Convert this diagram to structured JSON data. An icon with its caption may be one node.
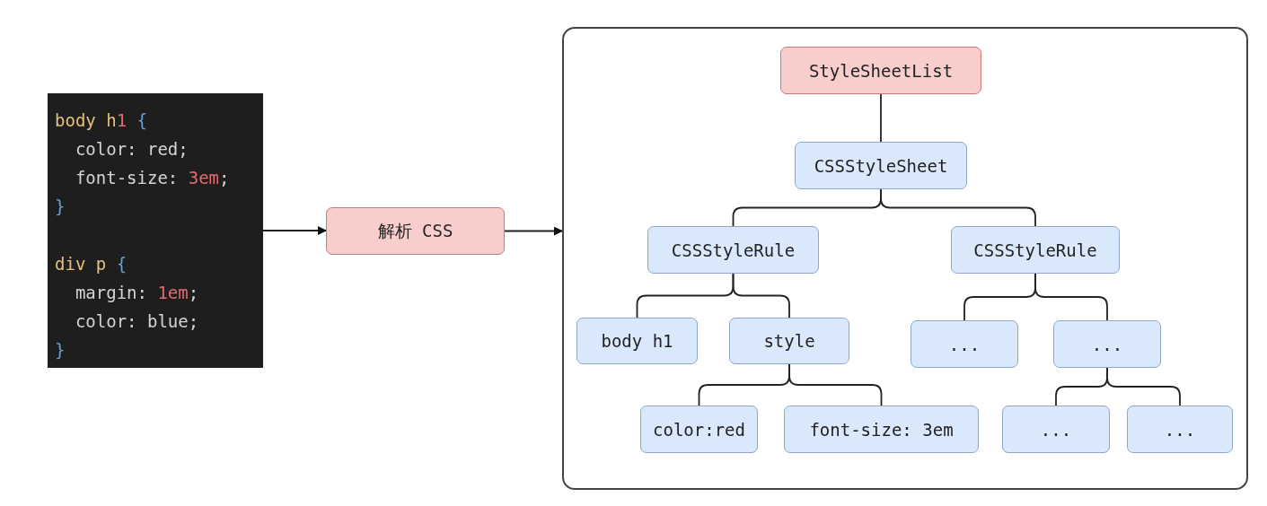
{
  "diagram": {
    "nodes": [
      {
        "text": [
          "body h1 {",
          "color: red;",
          "font-size: 3em;",
          "}",
          "div p {",
          "margin: 1em;",
          "color: blue;",
          "}"
        ]
      },
      {
        "text": [
          "解析 CSS"
        ]
      },
      {
        "text": [],
        "shape": "box"
      },
      {
        "text": [
          "StyleSheetList"
        ],
        "in": 2
      },
      {
        "text": [
          "CSSStyleSheet"
        ],
        "in": 2
      },
      {
        "text": [
          "CSSStyleRule"
        ],
        "in": 2
      },
      {
        "text": [
          "CSSStyleRule"
        ],
        "in": 2
      },
      {
        "text": [
          "body h1"
        ],
        "in": 2
      },
      {
        "text": [
          "style"
        ],
        "in": 2
      },
      {
        "text": [
          "..."
        ],
        "in": 2
      },
      {
        "text": [
          "..."
        ],
        "in": 2
      },
      {
        "text": [
          "color:red"
        ],
        "in": 2
      },
      {
        "text": [
          "font-size: 3em"
        ],
        "in": 2
      },
      {
        "text": [
          "..."
        ],
        "in": 2
      },
      {
        "text": [
          "..."
        ],
        "in": 2
      }
    ],
    "edges": [
      {
        "from": 0,
        "to": 1,
        "arrow": "to"
      },
      {
        "from": 1,
        "to": 2,
        "arrow": "to"
      },
      {
        "from": 3,
        "to": 4,
        "arrow": "none"
      },
      {
        "from": 4,
        "to": 5,
        "arrow": "none"
      },
      {
        "from": 4,
        "to": 6,
        "arrow": "none"
      },
      {
        "from": 5,
        "to": 7,
        "arrow": "none"
      },
      {
        "from": 5,
        "to": 8,
        "arrow": "none"
      },
      {
        "from": 6,
        "to": 9,
        "arrow": "none"
      },
      {
        "from": 6,
        "to": 10,
        "arrow": "none"
      },
      {
        "from": 8,
        "to": 11,
        "arrow": "none"
      },
      {
        "from": 8,
        "to": 12,
        "arrow": "none"
      },
      {
        "from": 10,
        "to": 13,
        "arrow": "none"
      },
      {
        "from": 10,
        "to": 14,
        "arrow": "none"
      }
    ]
  }
}
